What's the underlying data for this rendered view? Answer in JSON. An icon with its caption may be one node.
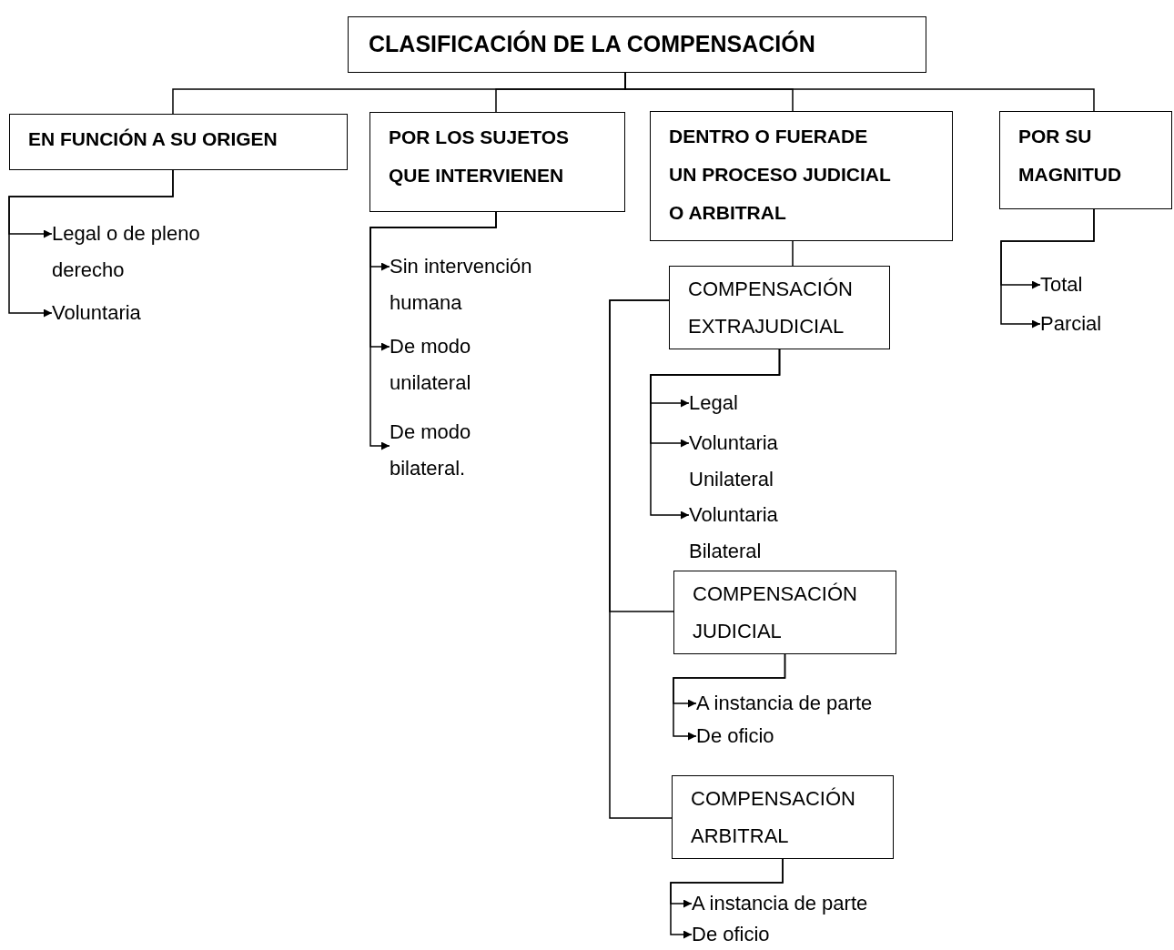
{
  "diagram": {
    "nodes": [
      {
        "text": [
          "CLASIFICACIÓN DE LA COMPENSACIÓN"
        ]
      },
      {
        "text": [
          "EN FUNCIÓN A SU ORIGEN"
        ]
      },
      {
        "text": [
          "POR LOS SUJETOS QUE INTERVIENEN"
        ]
      },
      {
        "text": [
          "DENTRO O FUERADE UN PROCESO JUDICIAL O ARBITRAL"
        ]
      },
      {
        "text": [
          "POR SU MAGNITUD"
        ]
      },
      {
        "text": [
          "Legal o de pleno derecho"
        ]
      },
      {
        "text": [
          "Voluntaria"
        ]
      },
      {
        "text": [
          "Sin intervención humana"
        ]
      },
      {
        "text": [
          "De modo unilateral"
        ]
      },
      {
        "text": [
          "De modo bilateral."
        ]
      },
      {
        "text": [
          "COMPENSACIÓN EXTRAJUDICIAL"
        ]
      },
      {
        "text": [
          "Legal"
        ]
      },
      {
        "text": [
          "Voluntaria Unilateral"
        ]
      },
      {
        "text": [
          "Voluntaria Bilateral"
        ]
      },
      {
        "text": [
          "COMPENSACIÓN JUDICIAL"
        ]
      },
      {
        "text": [
          "A instancia de parte"
        ]
      },
      {
        "text": [
          "De oficio"
        ]
      },
      {
        "text": [
          "COMPENSACIÓN ARBITRAL"
        ]
      },
      {
        "text": [
          "A instancia de parte"
        ]
      },
      {
        "text": [
          "De oficio"
        ]
      },
      {
        "text": [
          "Total"
        ]
      },
      {
        "text": [
          "Parcial"
        ]
      }
    ],
    "edges": [
      {
        "from": 0,
        "to": 1,
        "arrow": "none"
      },
      {
        "from": 0,
        "to": 2,
        "arrow": "none"
      },
      {
        "from": 0,
        "to": 3,
        "arrow": "none"
      },
      {
        "from": 0,
        "to": 4,
        "arrow": "none"
      },
      {
        "from": 1,
        "to": 5,
        "arrow": "to"
      },
      {
        "from": 1,
        "to": 6,
        "arrow": "to"
      },
      {
        "from": 2,
        "to": 7,
        "arrow": "to"
      },
      {
        "from": 2,
        "to": 8,
        "arrow": "to"
      },
      {
        "from": 2,
        "to": 9,
        "arrow": "to"
      },
      {
        "from": 3,
        "to": 10,
        "arrow": "none"
      },
      {
        "from": 10,
        "to": 11,
        "arrow": "to"
      },
      {
        "from": 10,
        "to": 12,
        "arrow": "to"
      },
      {
        "from": 10,
        "to": 13,
        "arrow": "to"
      },
      {
        "from": 10,
        "to": 14,
        "arrow": "none"
      },
      {
        "from": 10,
        "to": 17,
        "arrow": "none"
      },
      {
        "from": 14,
        "to": 15,
        "arrow": "to"
      },
      {
        "from": 14,
        "to": 16,
        "arrow": "to"
      },
      {
        "from": 17,
        "to": 18,
        "arrow": "to"
      },
      {
        "from": 17,
        "to": 19,
        "arrow": "to"
      },
      {
        "from": 4,
        "to": 20,
        "arrow": "to"
      },
      {
        "from": 4,
        "to": 21,
        "arrow": "to"
      }
    ]
  }
}
